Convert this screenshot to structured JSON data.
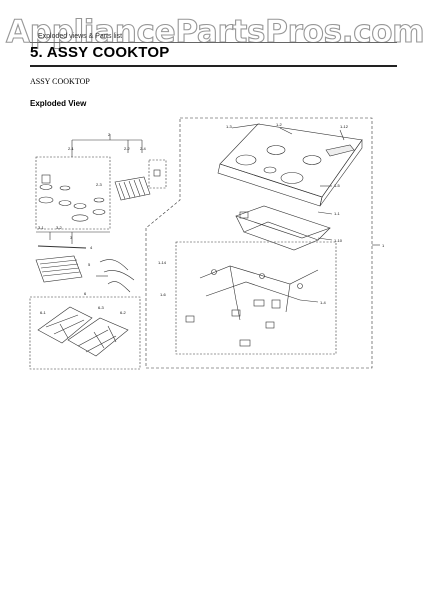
{
  "watermark": "AppliancePartsPros.com",
  "breadcrumb": "Exploded views & Parts list",
  "page": {
    "title": "5.  ASSY COOKTOP",
    "subtitle": "ASSY COOKTOP",
    "section": "Exploded View"
  },
  "callouts": {
    "c2": "2",
    "c2_1": "2-1",
    "c2_2": "2-2",
    "c2_3": "2-3",
    "c2_4": "2-4",
    "c3": "3",
    "c3_1": "3-1",
    "c3_2": "3-2",
    "c4": "4",
    "c5": "5",
    "c6": "6",
    "c6_1": "6-1",
    "c6_2": "6-2",
    "c6_3": "6-3",
    "c1": "1",
    "c1_1": "1-1",
    "c1_2": "1-2",
    "c1_3": "1-3",
    "c1_4": "1-4",
    "c1_5": "1-5",
    "c1_6": "1-6",
    "c1_10": "1-10",
    "c1_12": "1-12",
    "c1_14": "1-14"
  }
}
